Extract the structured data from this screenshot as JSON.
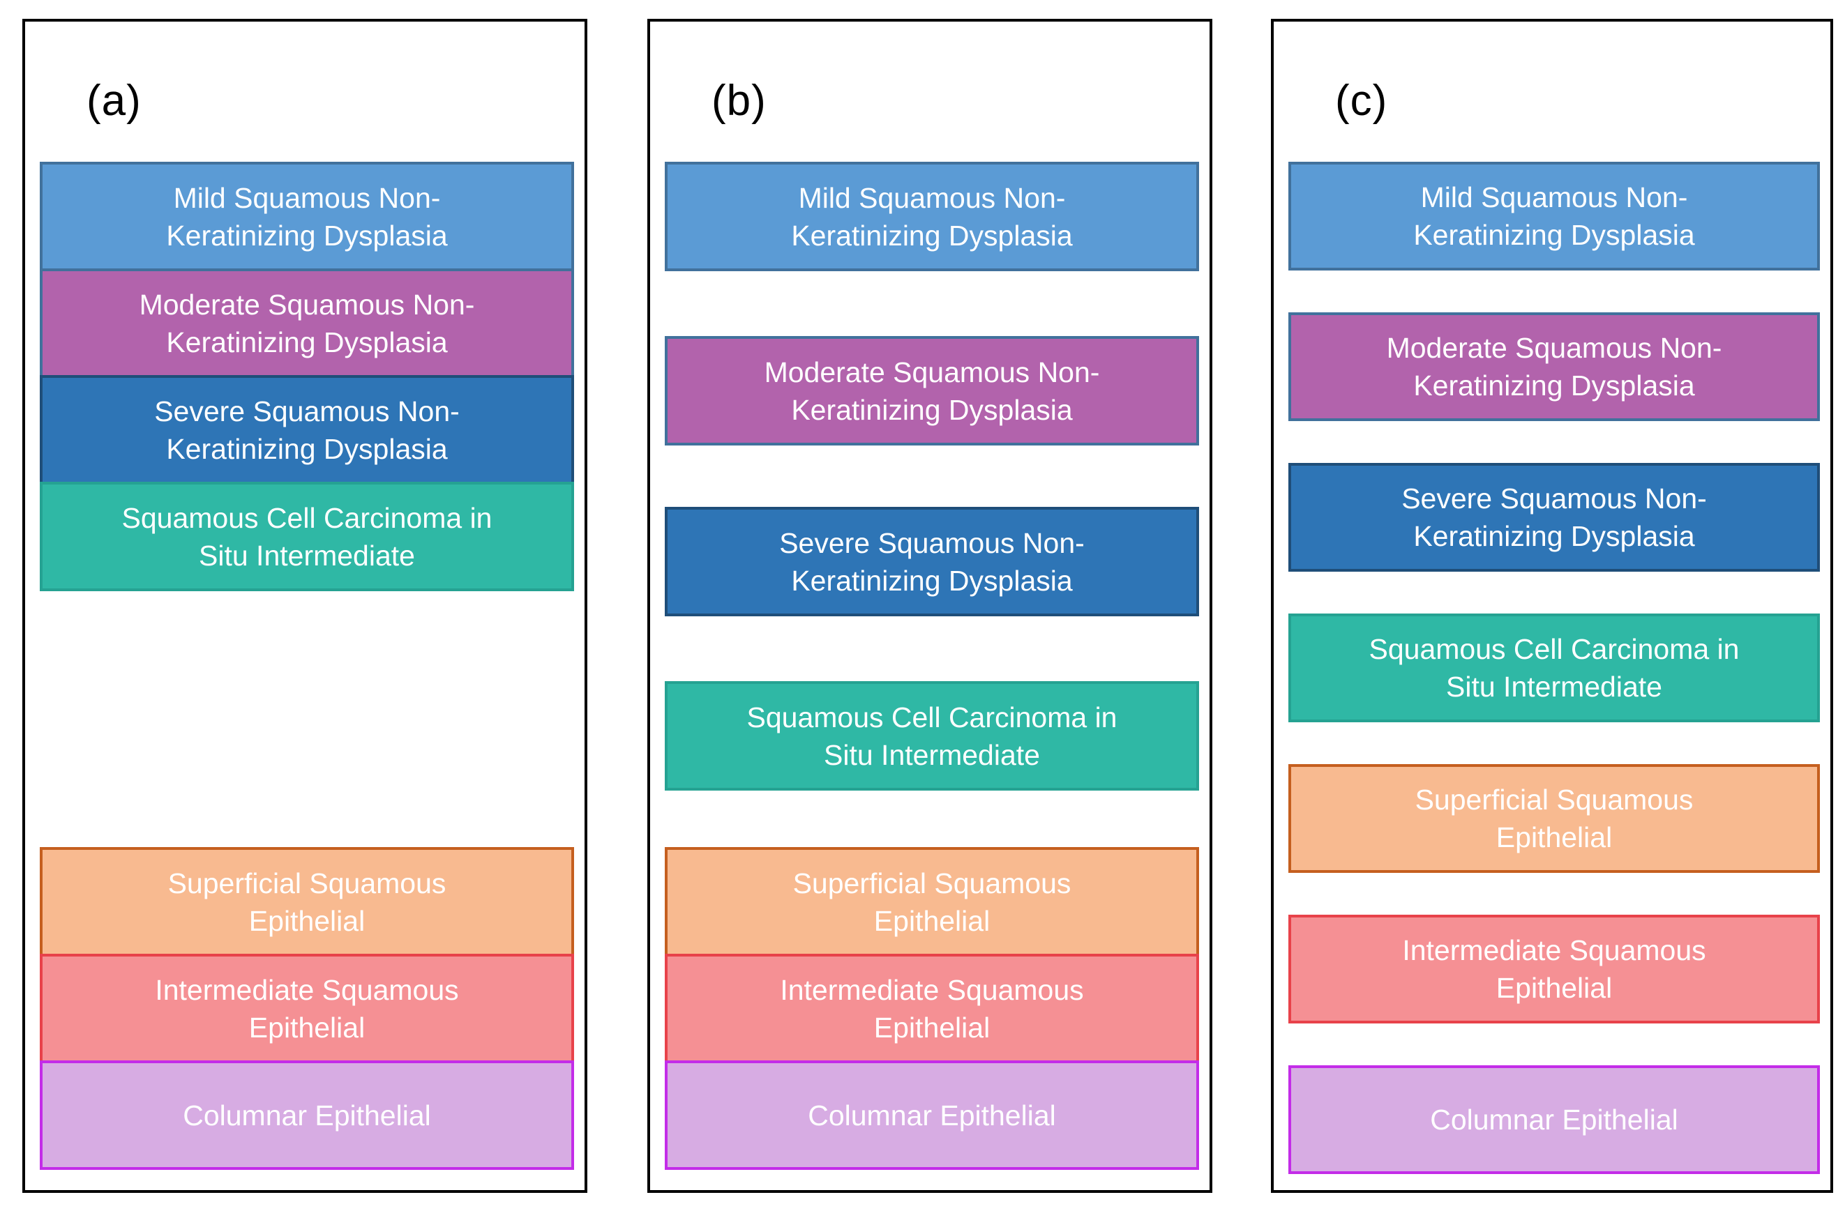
{
  "figure": {
    "background": "#FFFFFF",
    "panel_border_color": "#000000",
    "panel_label_color": "#000000",
    "box_text_color": "#FFFFFF",
    "panels": [
      {
        "label": "(a)"
      },
      {
        "label": "(b)"
      },
      {
        "label": "(c)"
      }
    ]
  },
  "categories": {
    "mild": {
      "label": "Mild Squamous Non-Keratinizing Dysplasia",
      "lines": [
        "Mild Squamous Non-",
        "Keratinizing Dysplasia"
      ],
      "fill": "#5B9BD5",
      "border": "#41719C"
    },
    "moderate": {
      "label": "Moderate Squamous Non-Keratinizing Dysplasia",
      "lines": [
        "Moderate Squamous Non-",
        "Keratinizing Dysplasia"
      ],
      "fill": "#B263AC",
      "border": "#41719C"
    },
    "severe": {
      "label": "Severe Squamous Non-Keratinizing Dysplasia",
      "lines": [
        "Severe Squamous Non-",
        "Keratinizing Dysplasia"
      ],
      "fill": "#2E75B6",
      "border": "#1F4E79"
    },
    "scc_in_situ": {
      "label": "Squamous Cell Carcinoma in Situ Intermediate",
      "lines": [
        "Squamous Cell Carcinoma in",
        "Situ Intermediate"
      ],
      "fill": "#2FB8A5",
      "border": "#25A292"
    },
    "superficial": {
      "label": "Superficial Squamous Epithelial",
      "lines": [
        "Superficial Squamous",
        "Epithelial"
      ],
      "fill": "#F8BA90",
      "border": "#C55F1F"
    },
    "intermediate": {
      "label": "Intermediate Squamous Epithelial",
      "lines": [
        "Intermediate Squamous",
        "Epithelial"
      ],
      "fill": "#F59094",
      "border": "#E8424A"
    },
    "columnar": {
      "label": "Columnar Epithelial",
      "lines": [
        "Columnar Epithelial"
      ],
      "fill": "#D7ACE3",
      "border": "#C32CE8"
    }
  }
}
